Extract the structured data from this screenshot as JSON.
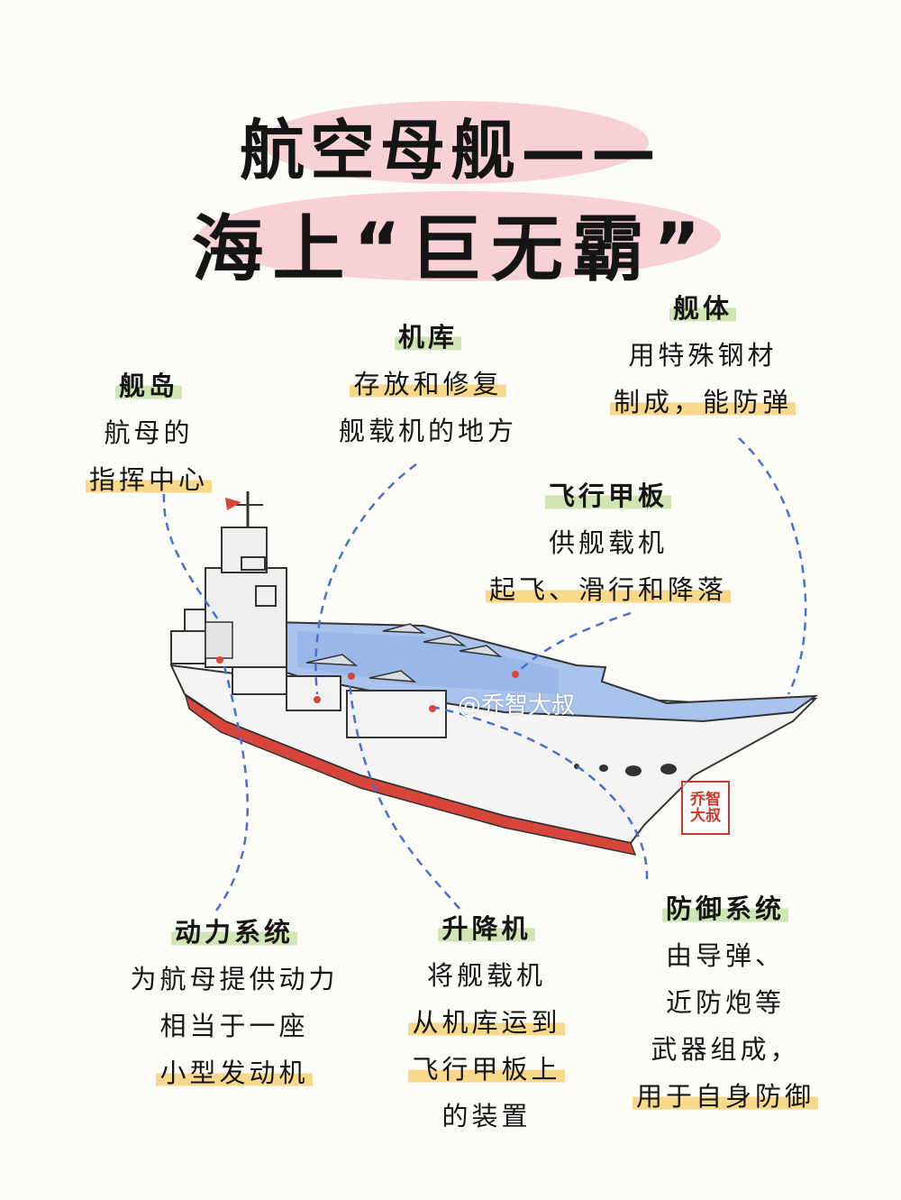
{
  "title": {
    "line1": "航空母舰——",
    "line2": "海上“巨无霸”"
  },
  "labels": {
    "island": {
      "head": "舰岛",
      "lines": [
        "航母的",
        "指挥中心"
      ]
    },
    "hangar": {
      "head": "机库",
      "lines": [
        "存放和修复",
        "舰载机的地方"
      ]
    },
    "hull": {
      "head": "舰体",
      "lines": [
        "用特殊钢材",
        "制成，能防弹"
      ]
    },
    "flight_deck": {
      "head": "飞行甲板",
      "lines": [
        "供舰载机",
        "起飞、滑行和降落"
      ]
    },
    "power": {
      "head": "动力系统",
      "lines": [
        "为航母提供动力",
        "相当于一座",
        "小型发动机"
      ]
    },
    "elevator": {
      "head": "升降机",
      "lines": [
        "将舰载机",
        "从机库运到",
        "飞行甲板上",
        "的装置"
      ]
    },
    "defense": {
      "head": "防御系统",
      "lines": [
        "由导弹、",
        "近防炮等",
        "武器组成，",
        "用于自身防御"
      ]
    }
  },
  "watermark": "@乔智大叔",
  "seal": "乔智大叔",
  "colors": {
    "title_blob": "#f6c9cf",
    "highlight": "#f8d98a",
    "head_highlight": "#cfe6b3",
    "leader_line": "#4a6fd1",
    "deck_blue": "#9fbbe8",
    "hull_red": "#d8453a"
  }
}
